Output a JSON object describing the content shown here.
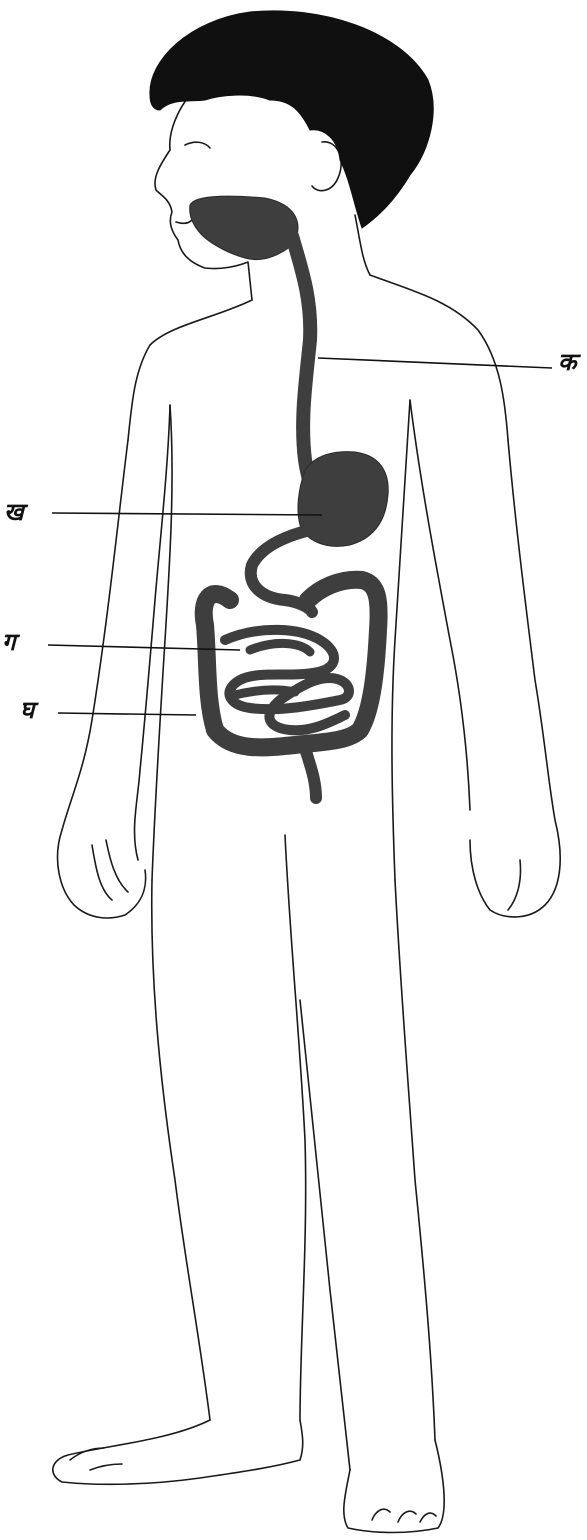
{
  "diagram": {
    "labels": {
      "ka": "क",
      "kha": "ख",
      "ga": "ग",
      "gha": "घ"
    }
  }
}
